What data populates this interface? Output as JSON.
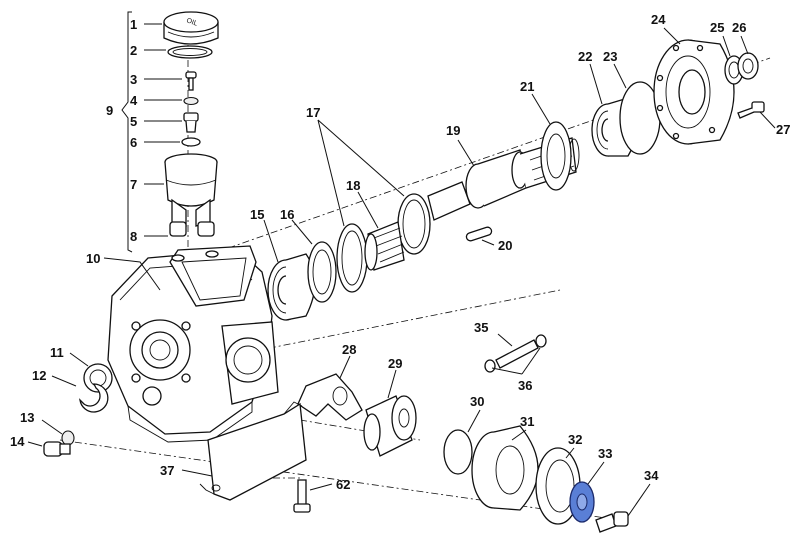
{
  "labels": {
    "p1": "1",
    "p2": "2",
    "p3": "3",
    "p4": "4",
    "p5": "5",
    "p6": "6",
    "p7": "7",
    "p8": "8",
    "p9": "9",
    "p10": "10",
    "p11": "11",
    "p12": "12",
    "p13": "13",
    "p14": "14",
    "p15": "15",
    "p16": "16",
    "p17": "17",
    "p18": "18",
    "p19": "19",
    "p20": "20",
    "p21": "21",
    "p22": "22",
    "p23": "23",
    "p24": "24",
    "p25": "25",
    "p26": "26",
    "p27": "27",
    "p28": "28",
    "p29": "29",
    "p30": "30",
    "p31": "31",
    "p32": "32",
    "p33": "33",
    "p34": "34",
    "p35": "35",
    "p36": "36",
    "p37": "37",
    "p62": "62"
  },
  "cap_text": "OIL",
  "colors": {
    "highlight": "#5a7fd6",
    "ink": "#111111"
  }
}
